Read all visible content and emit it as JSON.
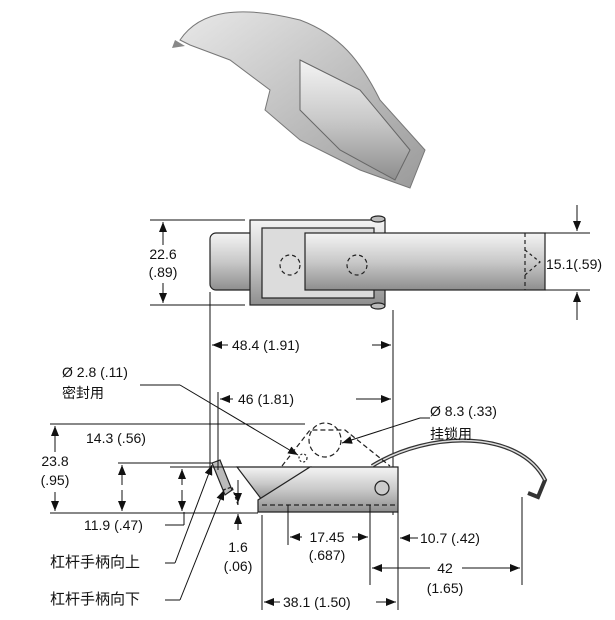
{
  "top_view": {
    "height_mm": "22.6",
    "height_in": "(.89)",
    "strap_mm_in": "15.1(.59)",
    "length": "48.4 (1.91)"
  },
  "side_view": {
    "width_46": "46 (1.81)",
    "hole_small": "Ø 2.8 (.11)",
    "hole_small_use": "密封用",
    "hole_large": "Ø 8.3 (.33)",
    "hole_large_use": "挂锁用",
    "dim_14_3": "14.3 (.56)",
    "dim_23_8_mm": "23.8",
    "dim_23_8_in": "(.95)",
    "dim_11_9": "11.9 (.47)",
    "dim_1_6_mm": "1.6",
    "dim_1_6_in": "(.06)",
    "dim_17_45_mm": "17.45",
    "dim_17_45_in": "(.687)",
    "dim_10_7": "10.7 (.42)",
    "dim_42_mm": "42",
    "dim_42_in": "(1.65)",
    "dim_38_1": "38.1 (1.50)",
    "lever_up": "杠杆手柄向上",
    "lever_down": "杠杆手柄向下"
  }
}
